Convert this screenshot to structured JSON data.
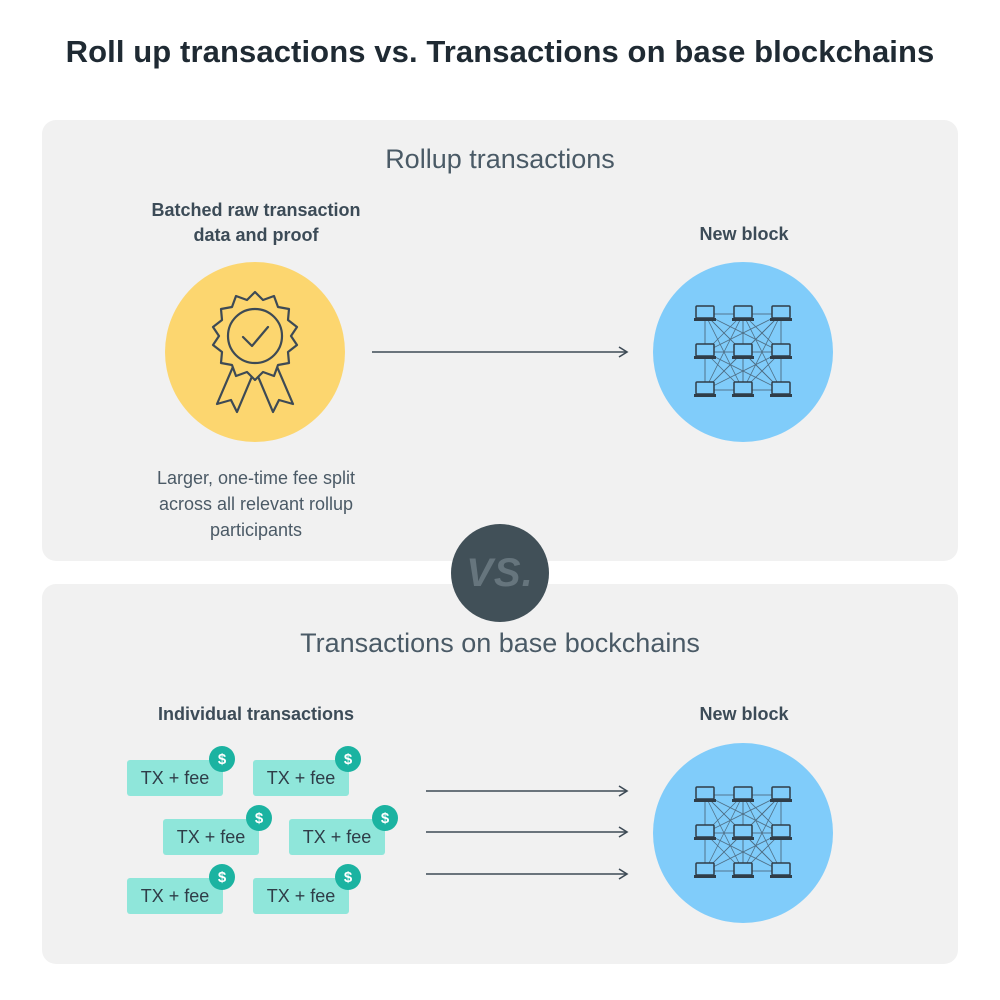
{
  "title": "Roll up transactions vs. Transactions on base blockchains",
  "rollup": {
    "heading": "Rollup transactions",
    "source_label_line1": "Batched raw transaction",
    "source_label_line2": "data and proof",
    "target_label": "New block",
    "caption_line1": "Larger, one-time fee split",
    "caption_line2": "across all relevant rollup",
    "caption_line3": "participants",
    "icon": "award-badge-icon"
  },
  "vs_label": "VS.",
  "base": {
    "heading": "Transactions on base bockchains",
    "source_label": "Individual transactions",
    "target_label": "New block",
    "tx_items": [
      {
        "label": "TX + fee",
        "coin": "$"
      },
      {
        "label": "TX + fee",
        "coin": "$"
      },
      {
        "label": "TX + fee",
        "coin": "$"
      },
      {
        "label": "TX + fee",
        "coin": "$"
      },
      {
        "label": "TX + fee",
        "coin": "$"
      },
      {
        "label": "TX + fee",
        "coin": "$"
      }
    ]
  },
  "colors": {
    "panel": "#f1f1f1",
    "yellow": "#fcd66f",
    "blue": "#80ccfa",
    "teal": "#8fe6da",
    "coin": "#1bb3a1",
    "vs_badge": "#415058"
  }
}
